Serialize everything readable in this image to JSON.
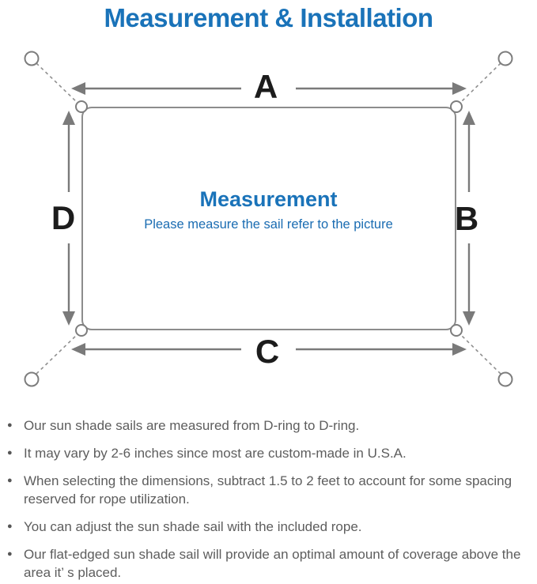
{
  "title": "Measurement & Installation",
  "diagram": {
    "center_heading": "Measurement",
    "center_subtitle": "Please measure the sail refer to the picture",
    "labels": {
      "top": "A",
      "right": "B",
      "bottom": "C",
      "left": "D"
    },
    "colors": {
      "accent_blue": "#1a73b9",
      "line_gray": "#7a7a7a",
      "dash_gray": "#8f8f8f",
      "label_black": "#1c1c1c",
      "body_text_gray": "#5d5d5d"
    }
  },
  "bullets": [
    "Our sun shade sails are measured from D-ring to D-ring.",
    "It may vary by 2-6 inches since most are custom-made in U.S.A.",
    "When selecting the dimensions, subtract 1.5 to 2 feet to account for some spacing reserved for rope utilization.",
    "You can adjust the sun shade sail with the included rope.",
    "Our flat-edged sun shade sail will provide an optimal amount of coverage above the area it’ s placed."
  ]
}
